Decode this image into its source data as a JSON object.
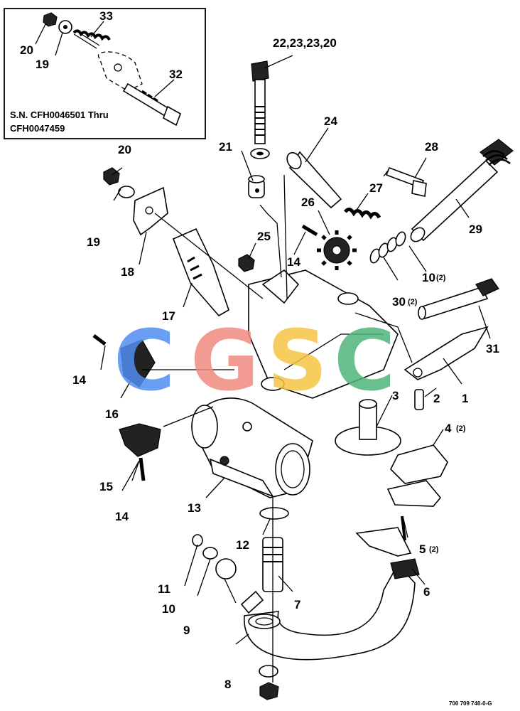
{
  "inset": {
    "serial_line1": "S.N. CFH0046501 Thru",
    "serial_line2": "CFH0047459",
    "callouts": [
      "20",
      "19",
      "33",
      "32"
    ]
  },
  "callouts": {
    "c1": "1",
    "c2": "2",
    "c3": "3",
    "c4": "4",
    "c5": "5",
    "c6": "6",
    "c7": "7",
    "c8": "8",
    "c9": "9",
    "c10a": "10",
    "c10b": "10",
    "c11": "11",
    "c12": "12",
    "c13": "13",
    "c14a": "14",
    "c14b": "14",
    "c14c": "14",
    "c15": "15",
    "c16": "16",
    "c17": "17",
    "c18": "18",
    "c19": "19",
    "c20": "20",
    "c21": "21",
    "c22": "22,23,23,20",
    "c24": "24",
    "c25": "25",
    "c26": "26",
    "c27": "27",
    "c28": "28",
    "c29": "29",
    "c30": "30",
    "c31": "31"
  },
  "quantities": {
    "q10": "(2)",
    "q30": "(2)",
    "q4": "(2)",
    "q5": "(2)"
  },
  "watermark": {
    "letters": [
      "C",
      "G",
      "S",
      "C"
    ],
    "colors": [
      "#4f8ef0",
      "#f08a80",
      "#f5c542",
      "#4fb57a"
    ]
  },
  "figure_id": "700 709 740-0-G"
}
